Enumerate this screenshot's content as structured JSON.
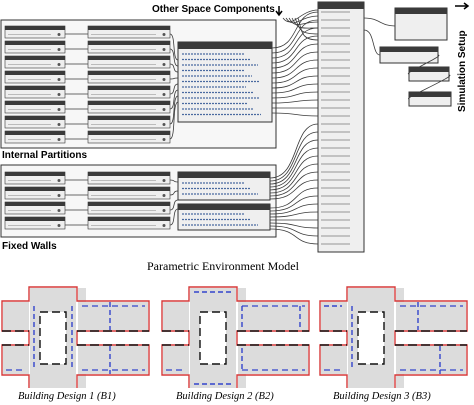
{
  "labels": {
    "other_space_components": "Other Space Components",
    "simulation_setup": "Simulation Setup",
    "internal_partitions": "Internal Partitions",
    "fixed_walls": "Fixed Walls",
    "caption": "Parametric Environment Model"
  },
  "designs": [
    {
      "caption": "Building Design 1 (B1)"
    },
    {
      "caption": "Building Design 2 (B2)"
    },
    {
      "caption": "Building Design 3 (B3)"
    }
  ],
  "colors": {
    "wall_outline": "#d63a3a",
    "partition_dash": "#3344cc",
    "room_fill": "#dcdcdc",
    "node_header": "#3a3a3a",
    "node_body": "#efefef",
    "wire": "#3a3a3a"
  }
}
